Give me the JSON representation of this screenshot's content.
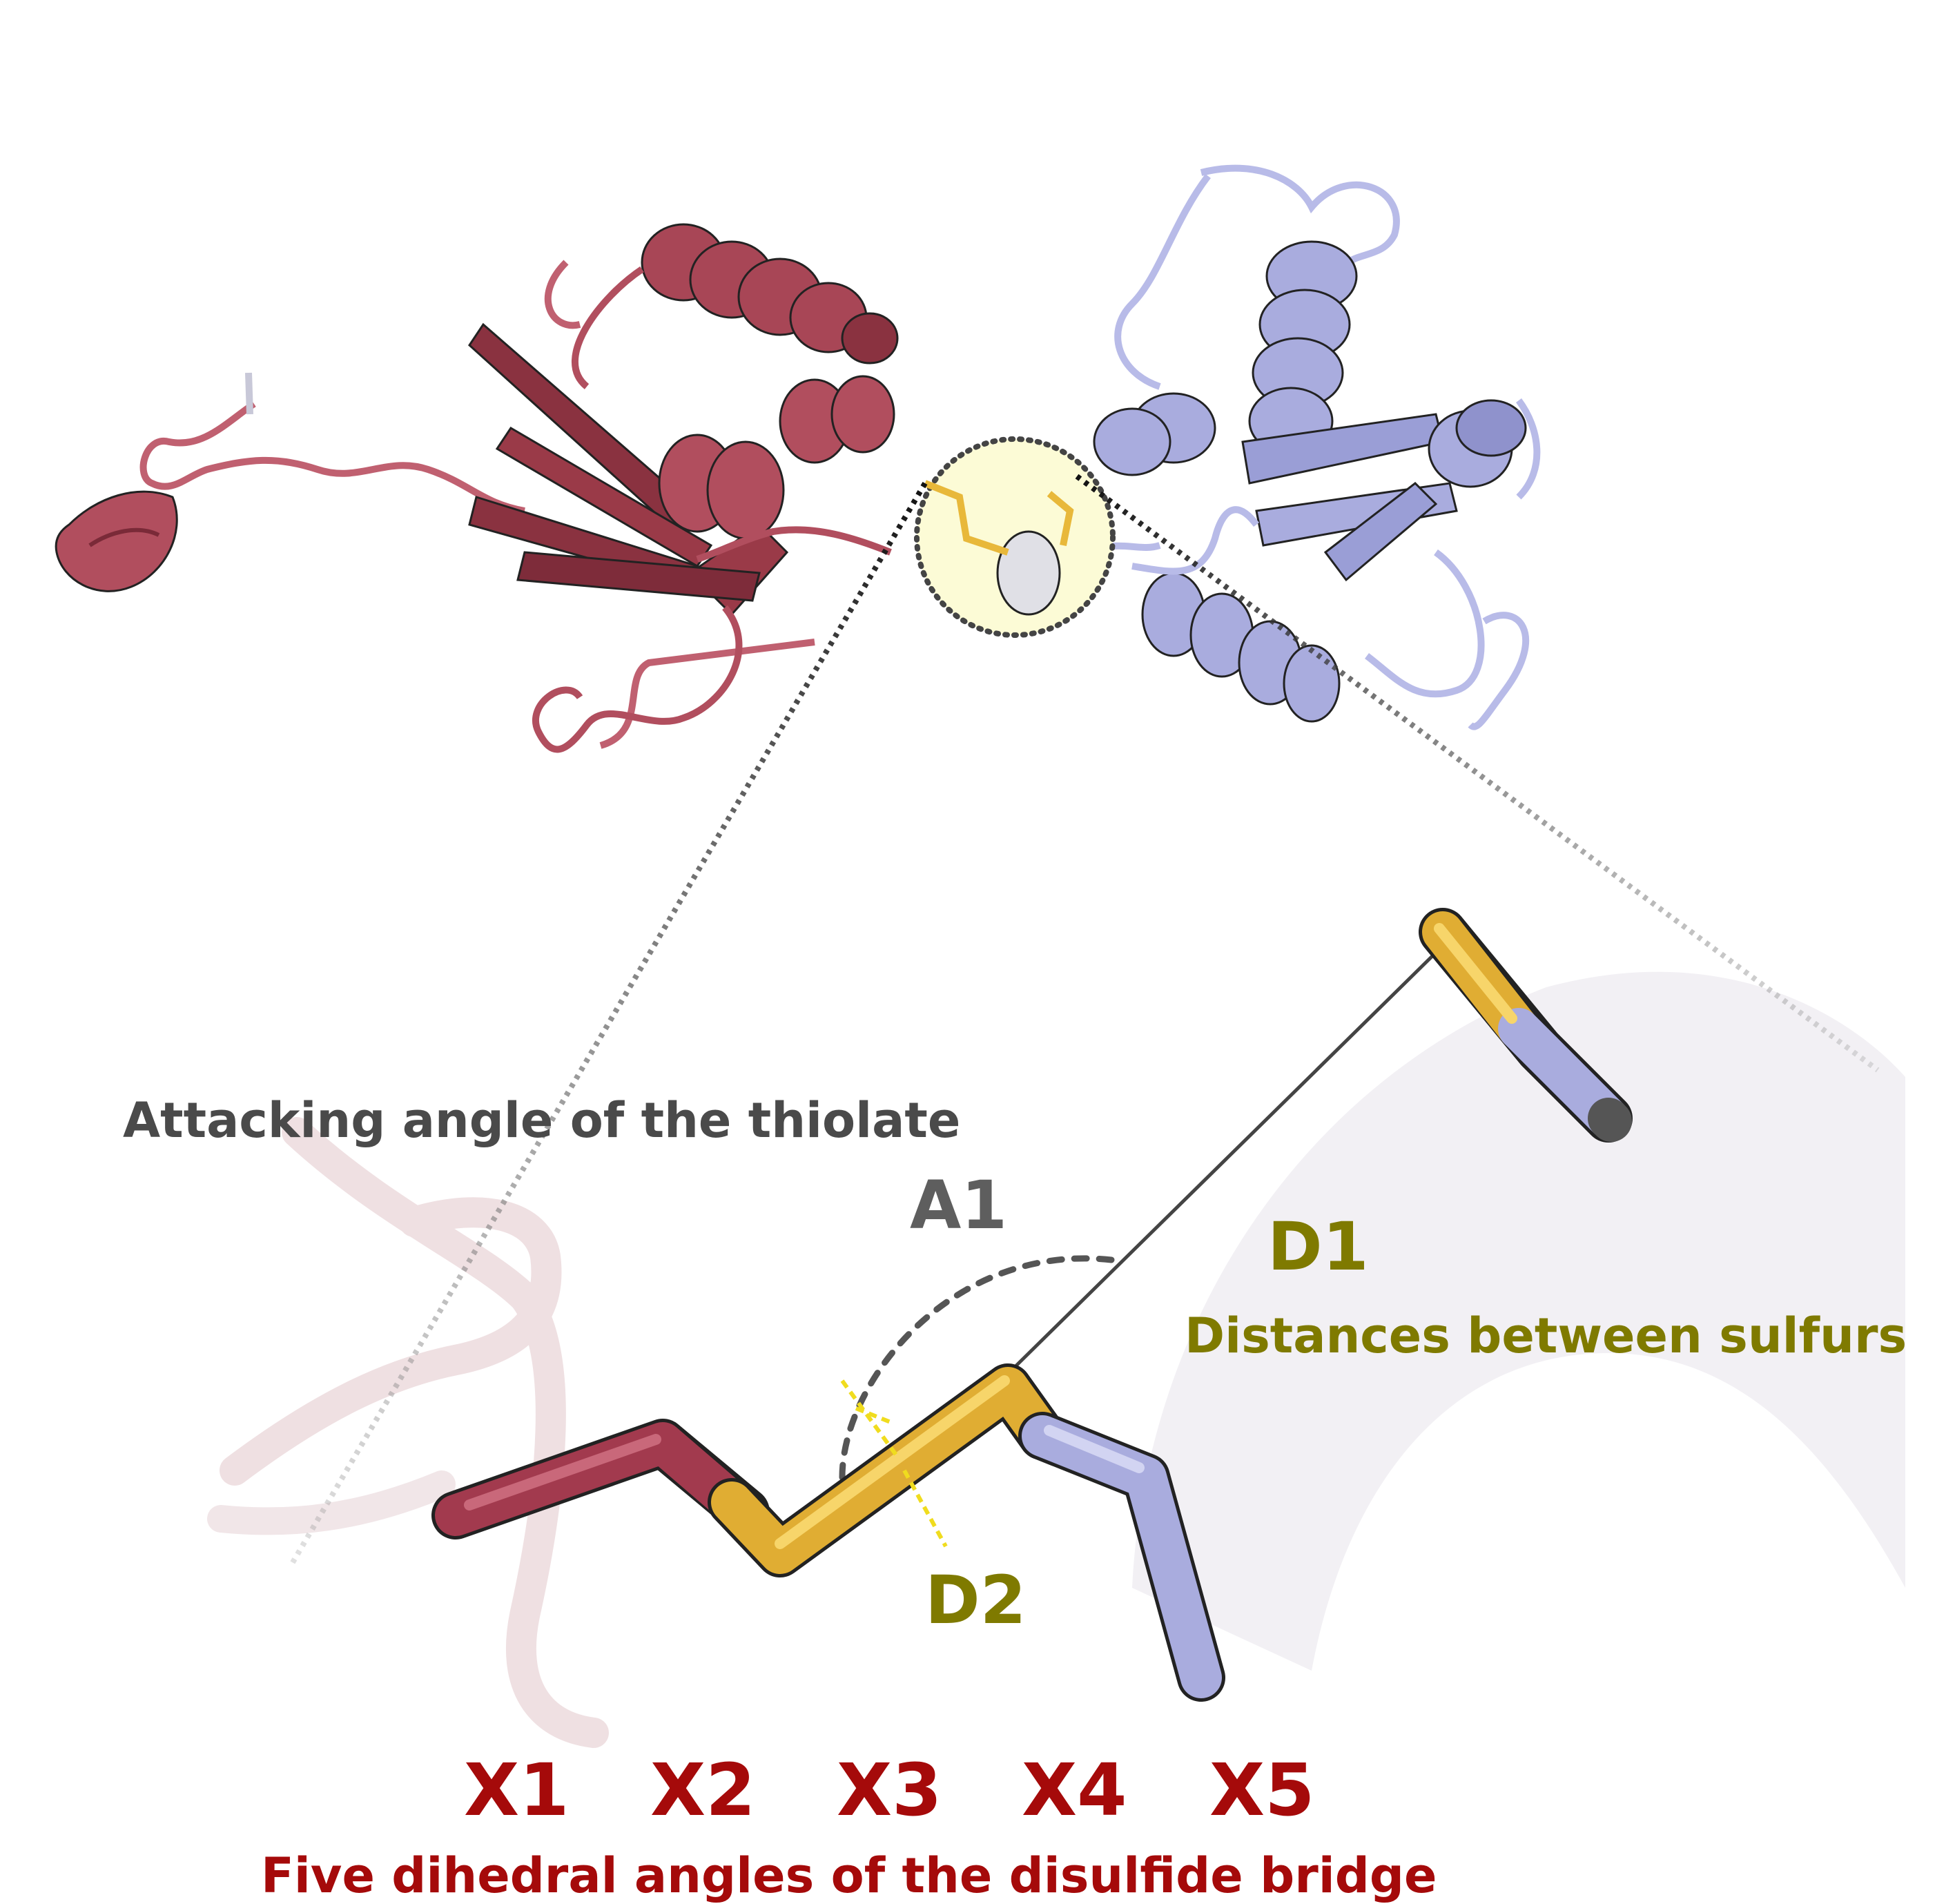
{
  "labels": {
    "attacking_angle": "Attacking angle of the thiolate",
    "a1": "A1",
    "d1": "D1",
    "distances": "Distances between sulfurs",
    "d2": "D2",
    "x1": "X1",
    "x2": "X2",
    "x3": "X3",
    "x4": "X4",
    "x5": "X5",
    "dihedral": "Five dihedral angles of the disulfide bridge"
  },
  "colors": {
    "protein_left": "#b14e5e",
    "protein_right": "#a9acde",
    "sulfur": "#e8b83a",
    "highlight": "#fcfbd6",
    "dihedral_text": "#a50a0a",
    "distance_text": "#7f7a00",
    "angle_text": "#5e5e5e"
  }
}
